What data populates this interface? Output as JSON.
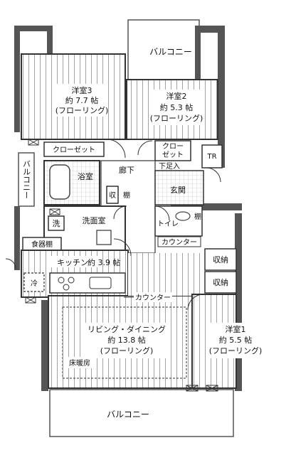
{
  "rooms": {
    "balcony_top": "バルコニー",
    "balcony_left": "バルコニー",
    "balcony_bottom": "バルコニー",
    "western3": {
      "name": "洋室3",
      "size": "約 7.7 帖",
      "floor": "(フローリング)"
    },
    "western2": {
      "name": "洋室2",
      "size": "約 5.3 帖",
      "floor": "(フローリング)"
    },
    "western1": {
      "name": "洋室1",
      "size": "約 5.5 帖",
      "floor": "(フローリング)"
    },
    "ldk": {
      "name": "リビング・ダイニング",
      "size": "約 13.8 帖",
      "floor": "(フローリング)"
    },
    "closet3": "クローゼット",
    "closet2_a": "クロー",
    "closet2_b": "ゼット",
    "tr": "TR",
    "shoe": "下足入",
    "bath": "浴室",
    "hall": "廊下",
    "storage_small": "収",
    "shelf_v": "棚",
    "entrance": "玄関",
    "washer": "洗",
    "washroom": "洗面室",
    "toilet": "トイレ",
    "toilet_shelf": "棚",
    "counter_wc": "カウンター",
    "pantry": "食器棚",
    "kitchen": {
      "name": "キッチン",
      "size": "約 3.9 帖"
    },
    "fridge": "冷",
    "counter_kitchen": "カウンター",
    "storage1": "収納",
    "storage2": "収納",
    "floor_heating": "床暖房"
  }
}
